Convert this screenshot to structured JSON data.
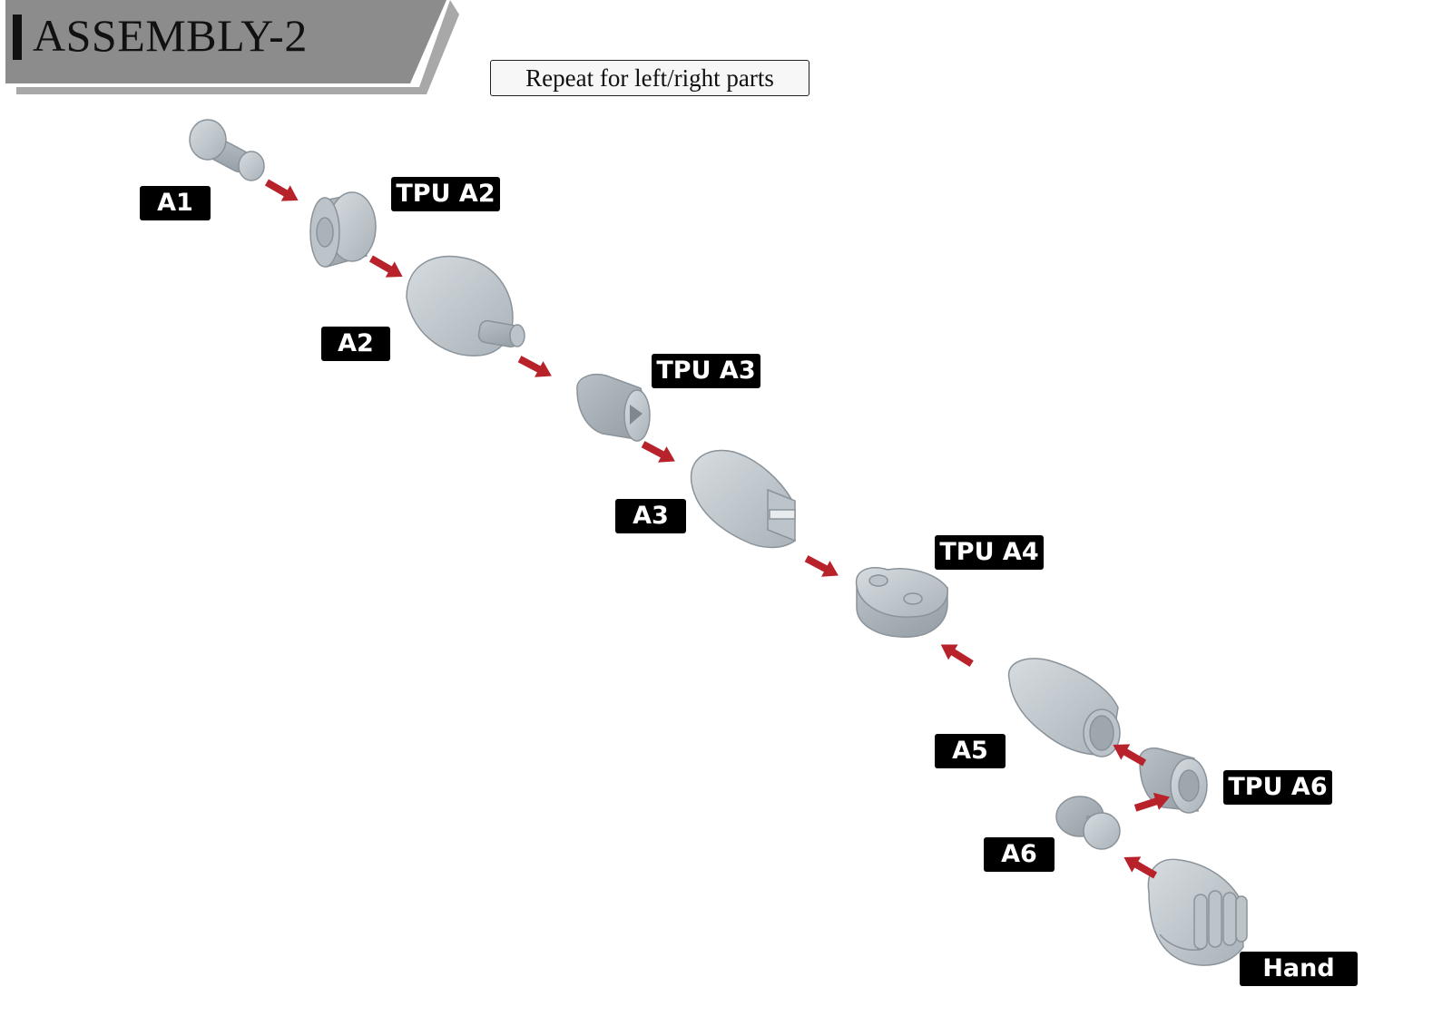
{
  "header": {
    "title": "ASSEMBLY-2",
    "note": "Repeat for left/right parts"
  },
  "parts": [
    {
      "id": "a1",
      "label": "A1"
    },
    {
      "id": "tpu_a2",
      "label": "TPU A2"
    },
    {
      "id": "a2",
      "label": "A2"
    },
    {
      "id": "tpu_a3",
      "label": "TPU A3"
    },
    {
      "id": "a3",
      "label": "A3"
    },
    {
      "id": "tpu_a4",
      "label": "TPU A4"
    },
    {
      "id": "a5",
      "label": "A5"
    },
    {
      "id": "tpu_a6",
      "label": "TPU A6"
    },
    {
      "id": "a6",
      "label": "A6"
    },
    {
      "id": "hand",
      "label": "Hand"
    }
  ],
  "colors": {
    "part_fill": "#c5ccd1",
    "part_shade": "#9ea7ae",
    "part_outline": "#8a939a",
    "arrow": "#b8222a",
    "label_bg": "#000000",
    "label_text": "#ffffff",
    "banner_gray": "#8c8c8c",
    "banner_gray_light": "#a8a8a8"
  }
}
